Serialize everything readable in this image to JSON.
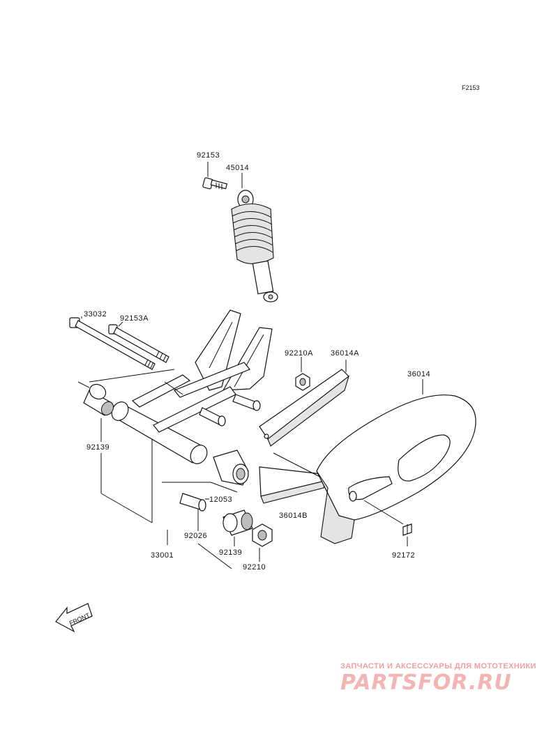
{
  "figure_code": "F2153",
  "labels": {
    "bolt_top": "92153",
    "shock": "45014",
    "pivot_shaft": "33032",
    "bolt_a": "92153A",
    "nut_a": "92210A",
    "guard_a": "36014A",
    "chain_case": "36014",
    "collar_left": "92139",
    "collar_small": "12053",
    "sleeve": "92026",
    "swingarm": "33001",
    "collar_right": "92139",
    "nut": "92210",
    "guard_b": "36014B",
    "screw": "92172"
  },
  "front_arrow": "FRONT",
  "watermark": {
    "tagline": "ЗАПЧАСТИ И АКСЕССУАРЫ ДЛЯ МОТОТЕХНИКИ",
    "logo": "PARTSFOR.RU"
  }
}
